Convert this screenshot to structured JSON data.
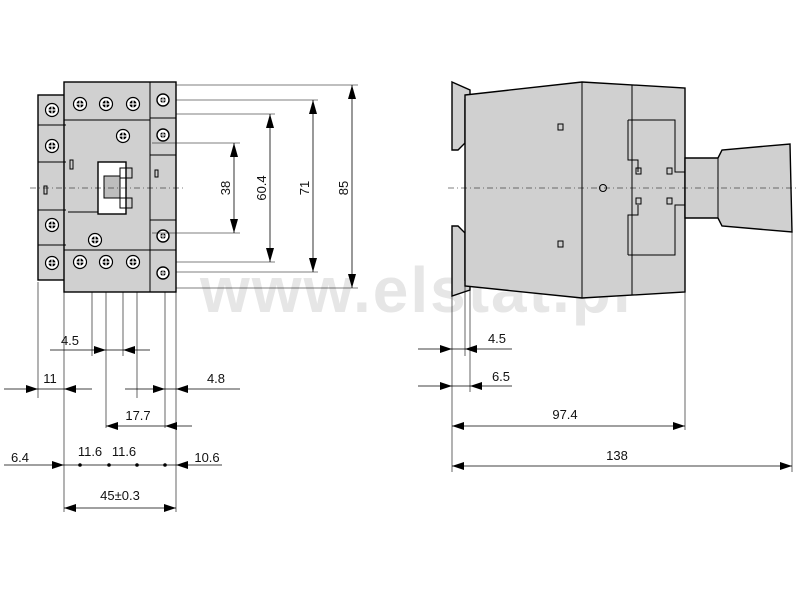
{
  "watermark": "www.elstat.pl",
  "front_view": {
    "dimensions": {
      "h_38": "38",
      "h_60_4": "60.4",
      "h_71": "71",
      "h_85": "85",
      "w_4_5": "4.5",
      "w_11": "11",
      "w_4_8": "4.8",
      "w_17_7": "17.7",
      "w_6_4": "6.4",
      "w_11_6_a": "11.6",
      "w_11_6_b": "11.6",
      "w_10_6": "10.6",
      "w_45": "45±0.3"
    }
  },
  "side_view": {
    "dimensions": {
      "w_4_5": "4.5",
      "w_6_5": "6.5",
      "w_97_4": "97.4",
      "w_138": "138"
    }
  },
  "colors": {
    "body_fill": "#d0d0d0",
    "outline": "#000000",
    "watermark": "#e6e6e6"
  }
}
